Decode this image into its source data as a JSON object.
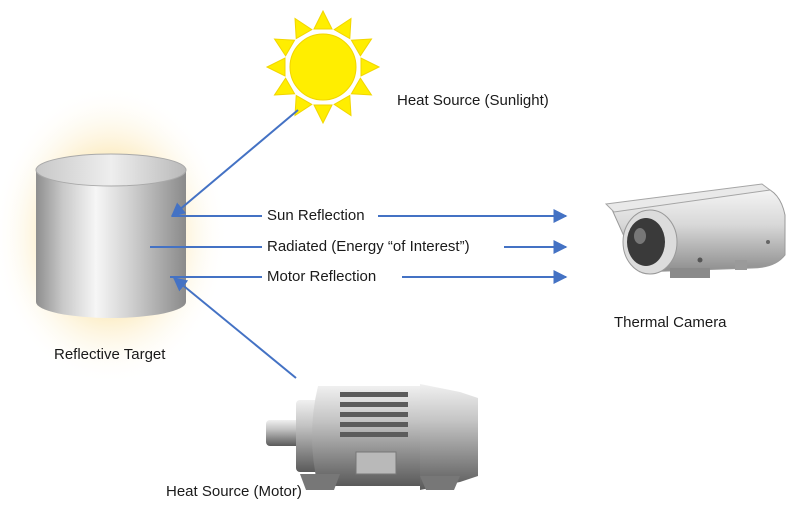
{
  "labels": {
    "sunlight": "Heat Source (Sunlight)",
    "sun_reflection": "Sun Reflection",
    "radiated": "Radiated (Energy “of Interest”)",
    "motor_reflection": "Motor Reflection",
    "thermal_camera": "Thermal Camera",
    "reflective_target": "Reflective Target",
    "motor": "Heat Source (Motor)"
  },
  "colors": {
    "arrow": "#4472c4",
    "sun": "#ffee00",
    "target_glow": "#fbe3a4"
  },
  "icons": {
    "sun": "sun-icon",
    "target": "cylinder-target-icon",
    "camera": "thermal-camera-icon",
    "motor": "electric-motor-icon"
  }
}
